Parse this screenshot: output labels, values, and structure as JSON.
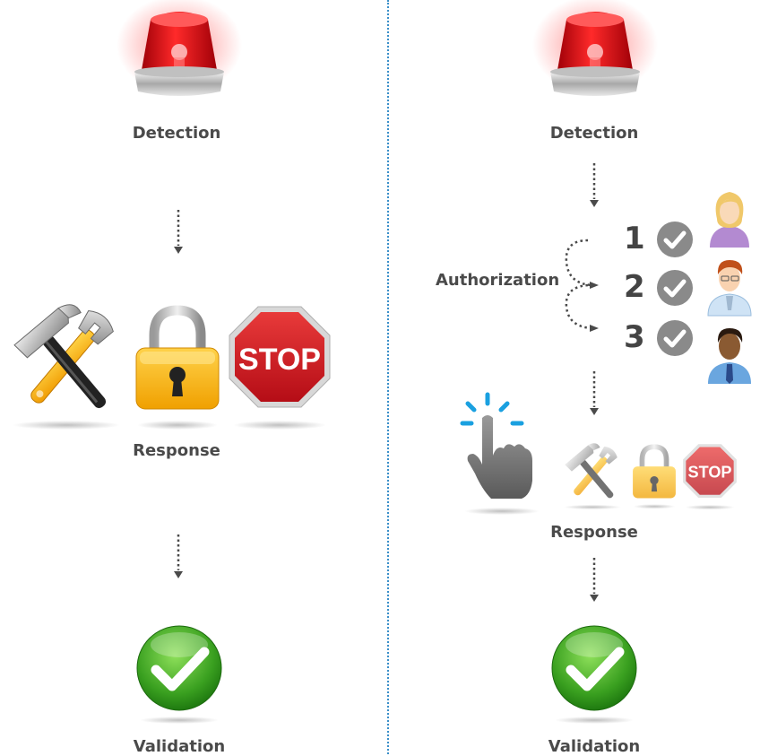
{
  "left": {
    "steps": {
      "detection": "Detection",
      "response": "Response",
      "validation": "Validation"
    },
    "icons": [
      "siren-icon",
      "tools-icon",
      "padlock-icon",
      "stop-sign-icon",
      "checkmark-icon"
    ],
    "stop_text": "STOP"
  },
  "right": {
    "steps": {
      "detection": "Detection",
      "authorization": "Authorization",
      "response": "Response",
      "validation": "Validation"
    },
    "approvers": [
      {
        "number": "1",
        "icon": "blonde-woman-avatar-icon"
      },
      {
        "number": "2",
        "icon": "redhead-man-avatar-icon"
      },
      {
        "number": "3",
        "icon": "dark-skin-man-avatar-icon"
      }
    ],
    "icons": [
      "siren-icon",
      "click-hand-icon",
      "tools-icon",
      "padlock-icon",
      "stop-sign-icon",
      "checkmark-icon"
    ],
    "stop_text": "STOP"
  },
  "colors": {
    "siren_red": "#e0141a",
    "check_green": "#3aa020",
    "divider_blue": "#3a8fc9",
    "label_gray": "#4a4a4a",
    "click_blue": "#1aa0e0"
  }
}
